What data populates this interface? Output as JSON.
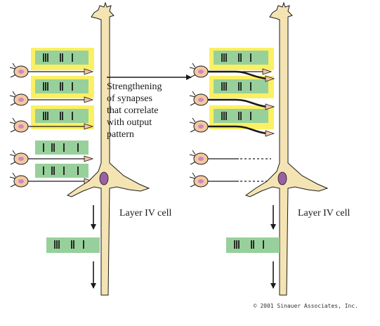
{
  "diagram": {
    "arrow_caption_lines": [
      "Strengthening",
      "of synapses",
      "that correlate",
      "with output",
      "pattern"
    ],
    "left_cell_label": "Layer IV cell",
    "right_cell_label": "Layer IV cell",
    "copyright": "© 2001 Sinauer Associates, Inc.",
    "colors": {
      "yellow_highlight": "#fbf063",
      "green_box": "#98d09b",
      "neuron_fill": "#f4e4b3",
      "neuron_nucleus": "#9b5fa6",
      "afferent_cell_fill": "#f4c89d",
      "afferent_nucleus": "#c98ac9",
      "terminal_fill": "#f1c2a4",
      "line": "#1a1a1a"
    },
    "icons": [
      "input-neuron-icon",
      "pyramidal-neuron-icon",
      "down-arrow-icon",
      "right-arrow-icon"
    ]
  }
}
